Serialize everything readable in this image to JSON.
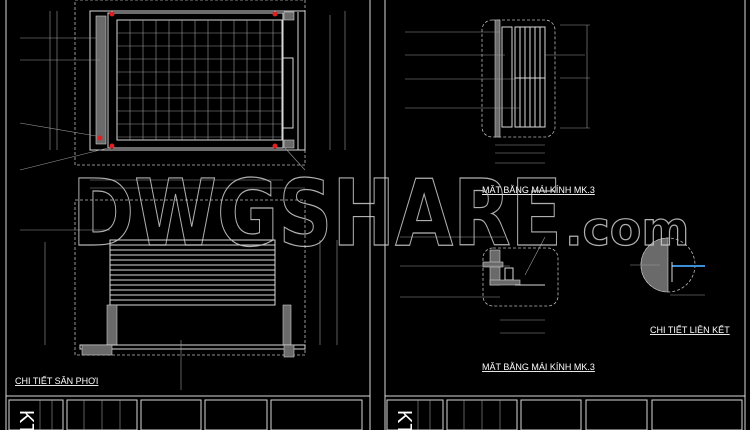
{
  "sheet_left": {
    "title": "CHI TIẾT SÂN PHƠI",
    "block_label": "KT"
  },
  "sheet_right": {
    "title_top": "MẶT BẰNG MÁI KÍNH MK.3",
    "title_bottom": "MẶT BẰNG MÁI KÍNH MK.3",
    "title_detail": "CHI TIẾT LIÊN KẾT",
    "block_label": "KT"
  },
  "watermark": {
    "main": "DWGSHARE",
    "suffix": ".com"
  },
  "colors": {
    "background": "#000000",
    "lines": "#d8d8d8",
    "markers": "#e02020",
    "glass": "#3a8fd8"
  }
}
